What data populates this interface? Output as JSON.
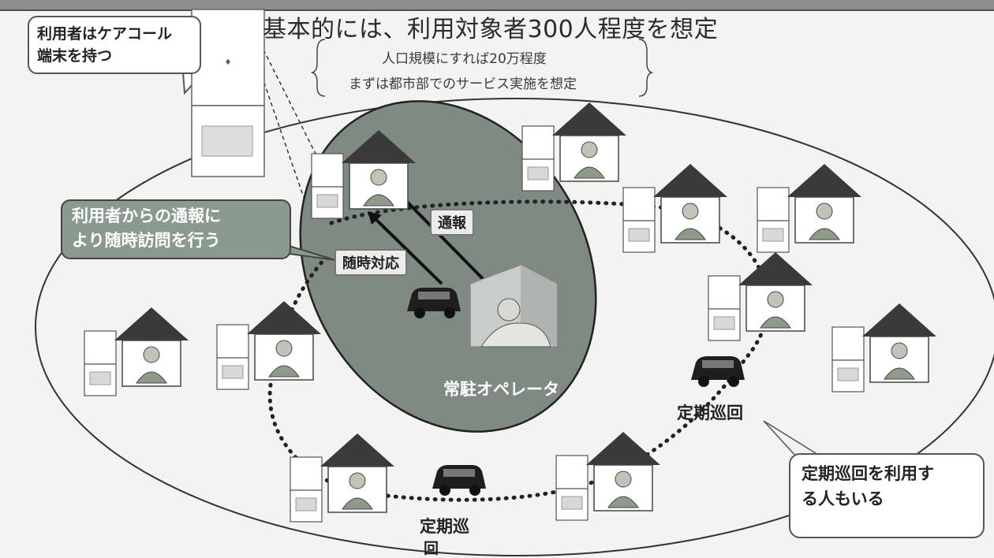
{
  "title": "基本的には、利用対象者300人程度を想定",
  "bracket_note": {
    "line1": "人口規模にすれば20万程度",
    "line2": "まずは都市部でのサービス実施を想定"
  },
  "callout_device": {
    "line1": "利用者はケアコール",
    "line2": "端末を持つ"
  },
  "callout_visit": {
    "line1": "利用者からの通報に",
    "line2": "より随時訪問を行う"
  },
  "tag_report": "通報",
  "tag_response": "随時対応",
  "operator_label": "常駐オペレータ",
  "patrol_label_right": "定期巡回",
  "patrol_label_bottom": {
    "line1": "定期巡",
    "line2": "回"
  },
  "callout_patrol": {
    "line1": "定期巡回を利用す",
    "line2": "る人もいる"
  },
  "colors": {
    "background": "#f3f3f1",
    "ellipse_inner": "#7f8a83",
    "house_roof": "#3a3a3a",
    "callout_green": "#8a9a8e"
  }
}
